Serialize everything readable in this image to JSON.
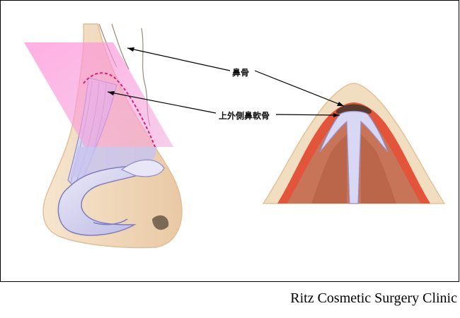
{
  "labels": {
    "nasal_bone": "鼻骨",
    "upper_lateral_cartilage": "上外側鼻軟骨"
  },
  "credit": "Ritz Cosmetic Surgery Clinic",
  "colors": {
    "skin": "#f3d9b8",
    "skin_edge": "#e7c39c",
    "cartilage": "#d7d7f3",
    "cartilage_edge": "#8e8ec8",
    "pink_overlay": "#ff7fd2",
    "red_tissue": "#e2553a",
    "brown_tissue": "#b06446",
    "bone": "#5a3a2c"
  }
}
